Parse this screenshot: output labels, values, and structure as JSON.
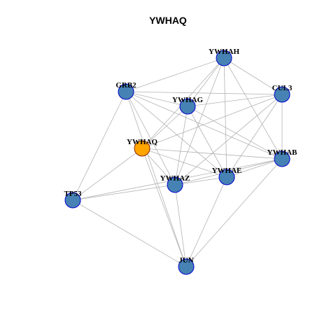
{
  "title": "YWHAQ",
  "colors": {
    "focus_fill": "#FFA500",
    "focus_stroke": "#8B2500",
    "node_fill": "#4682B4",
    "node_stroke": "#0000CD",
    "edge": "#B3B3B3"
  },
  "nodes": [
    {
      "id": "YWHAH",
      "label": "YWHAH",
      "focus": false
    },
    {
      "id": "GRB2",
      "label": "GRB2",
      "focus": false
    },
    {
      "id": "CUL3",
      "label": "CUL3",
      "focus": false
    },
    {
      "id": "YWHAG",
      "label": "YWHAG",
      "focus": false
    },
    {
      "id": "YWHAQ",
      "label": "YWHAQ",
      "focus": true
    },
    {
      "id": "YWHAB",
      "label": "YWHAB",
      "focus": false
    },
    {
      "id": "YWHAE",
      "label": "YWHAE",
      "focus": false
    },
    {
      "id": "YWHAZ",
      "label": "YWHAZ",
      "focus": false
    },
    {
      "id": "TP53",
      "label": "TP53",
      "focus": false
    },
    {
      "id": "JUN",
      "label": "JUN",
      "focus": false
    }
  ],
  "edges": [
    [
      "YWHAH",
      "GRB2"
    ],
    [
      "YWHAH",
      "CUL3"
    ],
    [
      "YWHAH",
      "YWHAG"
    ],
    [
      "YWHAH",
      "YWHAQ"
    ],
    [
      "YWHAH",
      "YWHAB"
    ],
    [
      "YWHAH",
      "YWHAE"
    ],
    [
      "YWHAH",
      "YWHAZ"
    ],
    [
      "GRB2",
      "CUL3"
    ],
    [
      "GRB2",
      "YWHAG"
    ],
    [
      "GRB2",
      "YWHAB"
    ],
    [
      "GRB2",
      "YWHAE"
    ],
    [
      "GRB2",
      "YWHAZ"
    ],
    [
      "GRB2",
      "TP53"
    ],
    [
      "GRB2",
      "JUN"
    ],
    [
      "CUL3",
      "YWHAG"
    ],
    [
      "CUL3",
      "YWHAQ"
    ],
    [
      "CUL3",
      "YWHAB"
    ],
    [
      "CUL3",
      "YWHAE"
    ],
    [
      "CUL3",
      "YWHAZ"
    ],
    [
      "YWHAG",
      "YWHAQ"
    ],
    [
      "YWHAG",
      "YWHAB"
    ],
    [
      "YWHAG",
      "YWHAE"
    ],
    [
      "YWHAG",
      "YWHAZ"
    ],
    [
      "YWHAQ",
      "YWHAB"
    ],
    [
      "YWHAQ",
      "YWHAE"
    ],
    [
      "YWHAQ",
      "YWHAZ"
    ],
    [
      "YWHAQ",
      "TP53"
    ],
    [
      "YWHAQ",
      "JUN"
    ],
    [
      "YWHAB",
      "YWHAE"
    ],
    [
      "YWHAB",
      "YWHAZ"
    ],
    [
      "YWHAB",
      "TP53"
    ],
    [
      "YWHAB",
      "JUN"
    ],
    [
      "YWHAE",
      "YWHAZ"
    ],
    [
      "YWHAE",
      "JUN"
    ],
    [
      "YWHAZ",
      "TP53"
    ],
    [
      "YWHAZ",
      "JUN"
    ],
    [
      "TP53",
      "JUN"
    ]
  ]
}
